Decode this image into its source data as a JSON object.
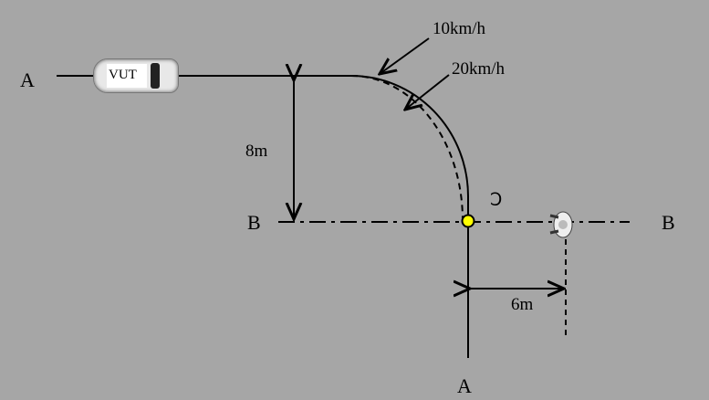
{
  "labels": {
    "a_left": "A",
    "a_bottom": "A",
    "b_left": "B",
    "b_right": "B",
    "o": "Ↄ",
    "dist_8": "8m",
    "dist_6": "6m",
    "speed_10": "10km/h",
    "speed_20": "20km/h",
    "vehicle": "VUT"
  },
  "colors": {
    "background": "#a6a6a6",
    "conflict_point": "#ffff00"
  }
}
